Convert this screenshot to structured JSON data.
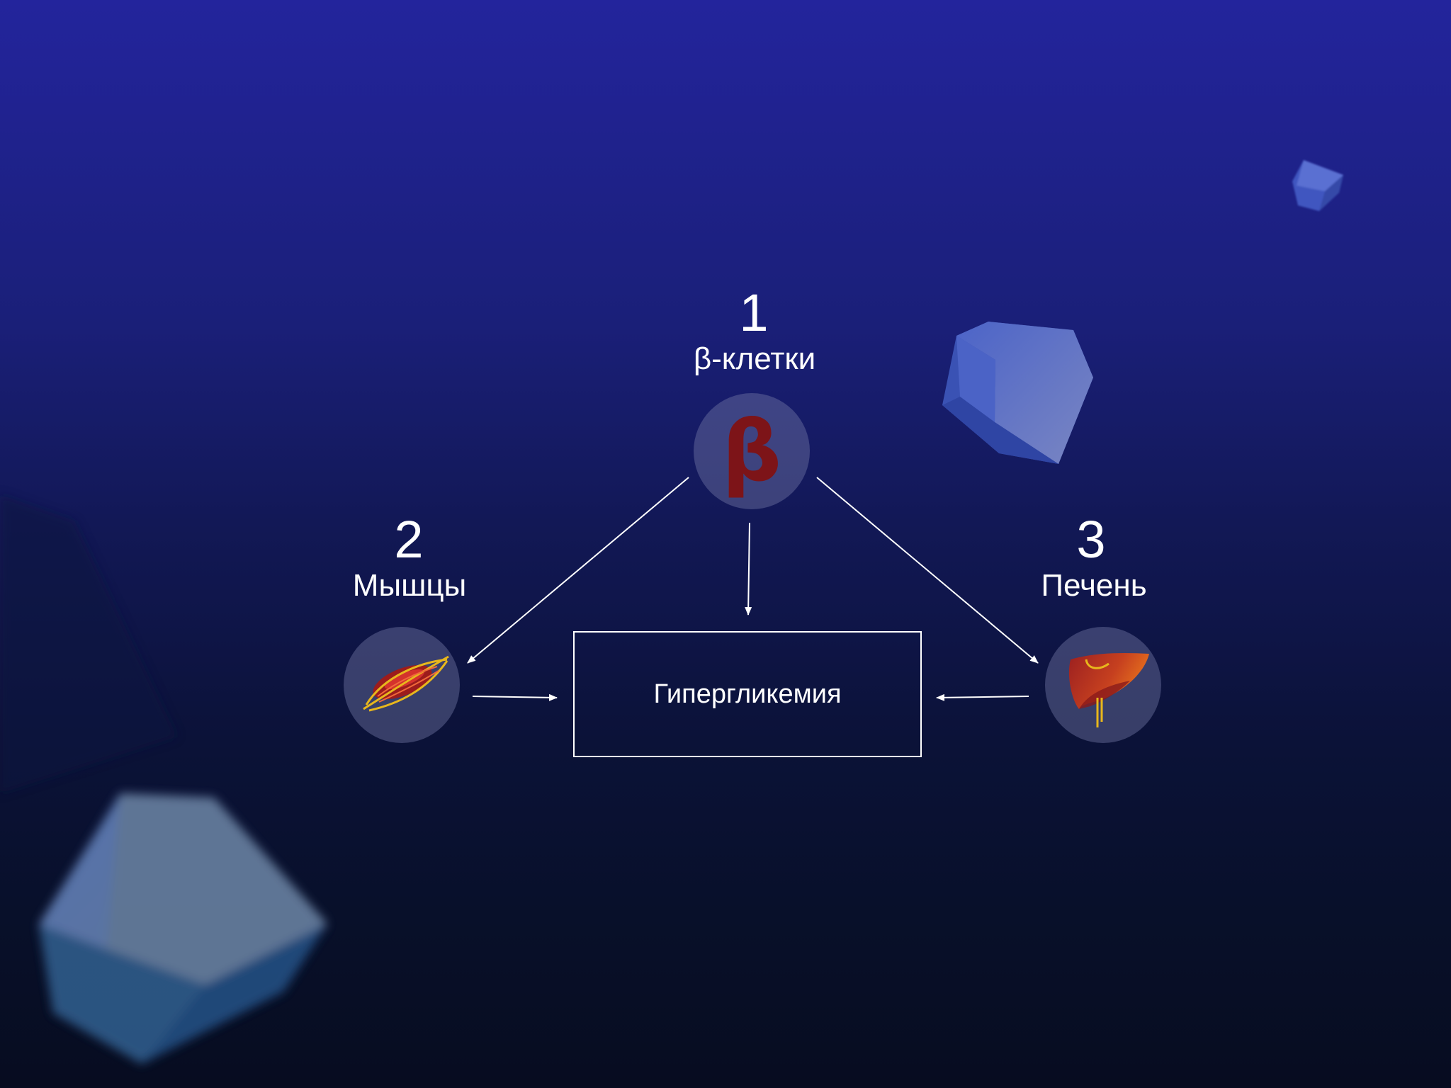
{
  "colors": {
    "background_top": "#23249c",
    "background_bottom": "#070c20",
    "node_circle": "#5a5e8f",
    "beta_symbol": "#7d1418",
    "arrows": "#ffffff",
    "crystals": "#4a5fc4"
  },
  "nodes": {
    "beta_cells": {
      "number": "1",
      "label": "β-клетки",
      "symbol": "β",
      "icon": "beta-symbol-icon"
    },
    "muscles": {
      "number": "2",
      "label": "Мышцы",
      "icon": "muscle-icon"
    },
    "liver": {
      "number": "3",
      "label": "Печень",
      "icon": "liver-icon"
    }
  },
  "result": {
    "label": "Гипергликемия"
  }
}
